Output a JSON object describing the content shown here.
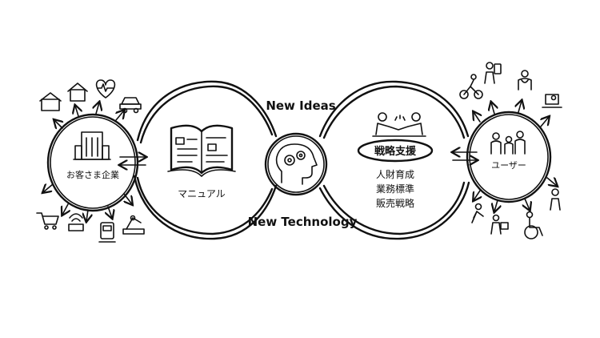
{
  "nodes": {
    "clients": {
      "label": "お客さま企業"
    },
    "manual": {
      "label": "マニュアル"
    },
    "center_top": {
      "label": "New Ideas"
    },
    "center_bottom": {
      "label": "New Technology"
    },
    "strategy": {
      "label": "戦略支援",
      "items": [
        "人財育成",
        "業務標準",
        "販売戦略"
      ]
    },
    "users": {
      "label": "ユーザー"
    }
  },
  "colors": {
    "ink": "#111111",
    "background": "#ffffff"
  }
}
